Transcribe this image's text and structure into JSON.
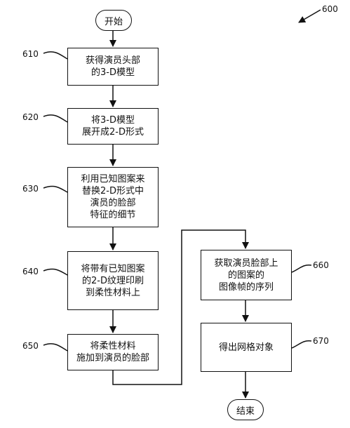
{
  "figure_number": "600",
  "start_label": "开始",
  "end_label": "结束",
  "steps": [
    {
      "ref": "610",
      "text": "获得演员头部\n的3-D模型"
    },
    {
      "ref": "620",
      "text": "将3-D模型\n展开成2-D形式"
    },
    {
      "ref": "630",
      "text": "利用已知图案来\n替换2-D形式中\n演员的脸部\n特征的细节"
    },
    {
      "ref": "640",
      "text": "将带有已知图案\n的2-D纹理印刷\n到柔性材料上"
    },
    {
      "ref": "650",
      "text": "将柔性材料\n施加到演员的脸部"
    },
    {
      "ref": "660",
      "text": "获取演员脸部上\n的图案的\n图像帧的序列"
    },
    {
      "ref": "670",
      "text": "得出网格对象"
    }
  ]
}
